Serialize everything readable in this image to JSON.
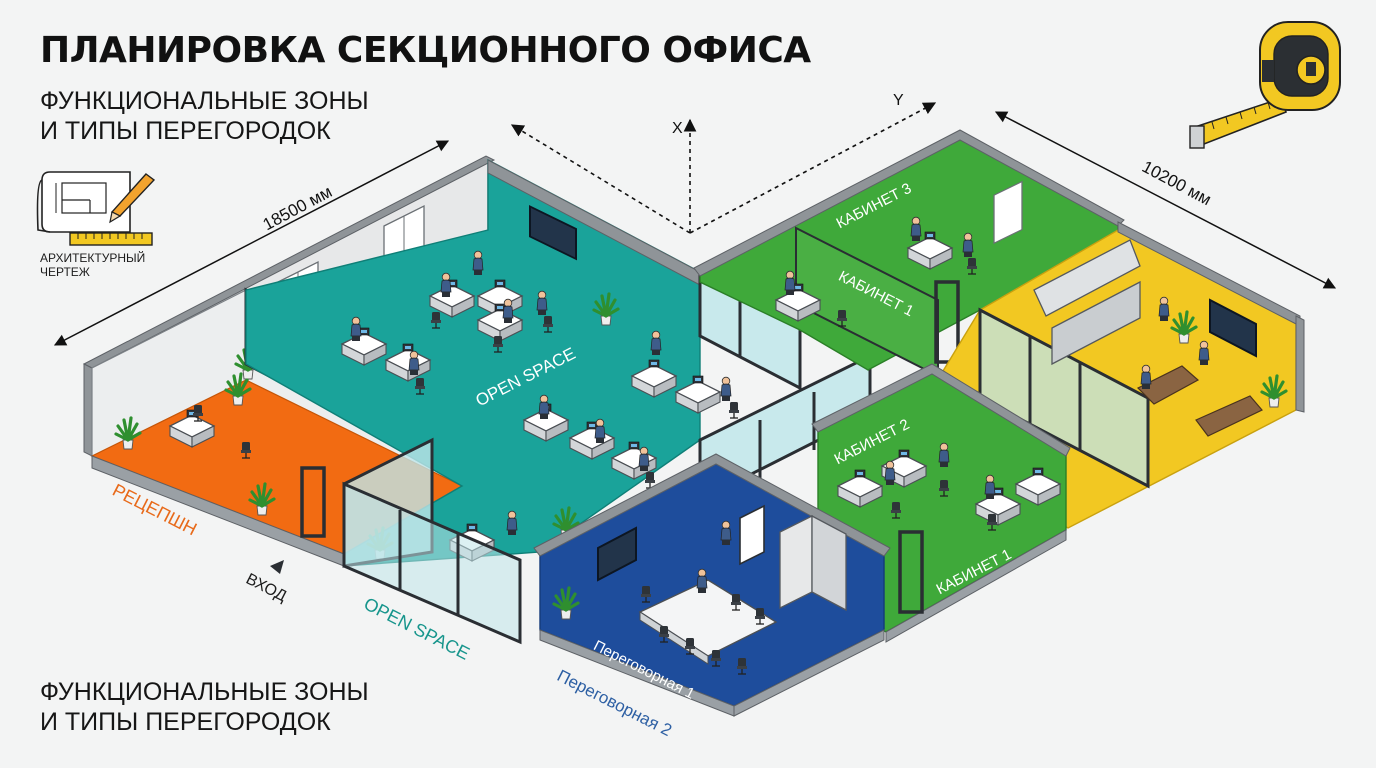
{
  "header": {
    "title": "ПЛАНИРОВКА СЕКЦИОННОГО ОФИСА",
    "subtitle_line1": "ФУНКЦИОНАЛЬНЫЕ ЗОНЫ",
    "subtitle_line2": "И ТИПЫ ПЕРЕГОРОДОК"
  },
  "footer": {
    "line1": "ФУНКЦИОНАЛЬНЫЕ ЗОНЫ",
    "line2": "И ТИПЫ ПЕРЕГОРОДОК"
  },
  "drawing_icon": {
    "icon": "architectural-drawing-icon",
    "caption_line1": "АРХИТЕКТУРНЫЙ",
    "caption_line2": "ЧЕРТЕЖ"
  },
  "tape_icon": "tape-measure-icon",
  "dimensions": {
    "length": "18500 мм",
    "width": "10200 мм"
  },
  "axes": {
    "x": "X",
    "y": "Y"
  },
  "zones": {
    "reception": "РЕЦЕПШН",
    "entrance": "ВХОД",
    "open_space_inner": "OPEN SPACE",
    "open_space_outer": "OPEN SPACE",
    "meeting_room_1": "Переговорная 1",
    "meeting_room_2": "Переговорная 2",
    "cabinet_3": "КАБИНЕТ 3",
    "cabinet_1_top": "КАБИНЕТ 1",
    "cabinet_2": "КАБИНЕТ 2",
    "cabinet_1_bottom": "КАБИНЕТ 1"
  },
  "colors": {
    "reception": "#f26b12",
    "open_space": "#1aa39a",
    "meeting": "#1e4d9c",
    "cabinets": "#3fa93a",
    "kitchen": "#f2c822",
    "walls": "#8a8f94",
    "glass": "#bfe6ea",
    "floor_light": "#e4e6e8",
    "label_orange": "#e86a1a",
    "label_teal": "#17958c",
    "label_blue": "#2d5fa3"
  }
}
